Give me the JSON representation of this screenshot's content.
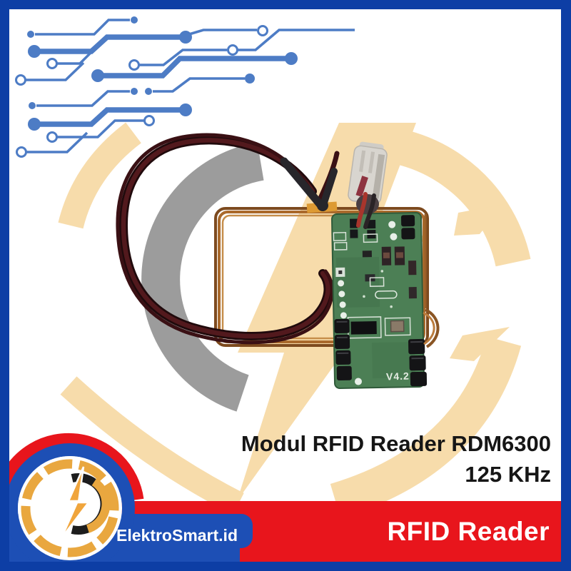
{
  "product_title": {
    "line1": "Modul RFID Reader RDM6300",
    "line2": "125 KHz"
  },
  "category_banner": {
    "label": "RFID Reader"
  },
  "brand": {
    "name": "ElektroSmart.id"
  },
  "pcb": {
    "silkscreen_version": "V4.2"
  },
  "colors": {
    "border-blue": "#0d3ea5",
    "footer-blue": "#1d4fb5",
    "accent-red": "#e8151c",
    "trace-blue": "#4d7cc5",
    "watermark-orange": "#f7dcab",
    "watermark-gray": "#9c9c9c",
    "logo-gold": "#e9a73f",
    "title-text": "#161616",
    "banner-text": "#ffffff"
  },
  "icons": {
    "brand_logo": "lightning-bolt-badge",
    "watermark": "lightning-bolt-ring-watermark",
    "decoration": "circuit-traces"
  }
}
